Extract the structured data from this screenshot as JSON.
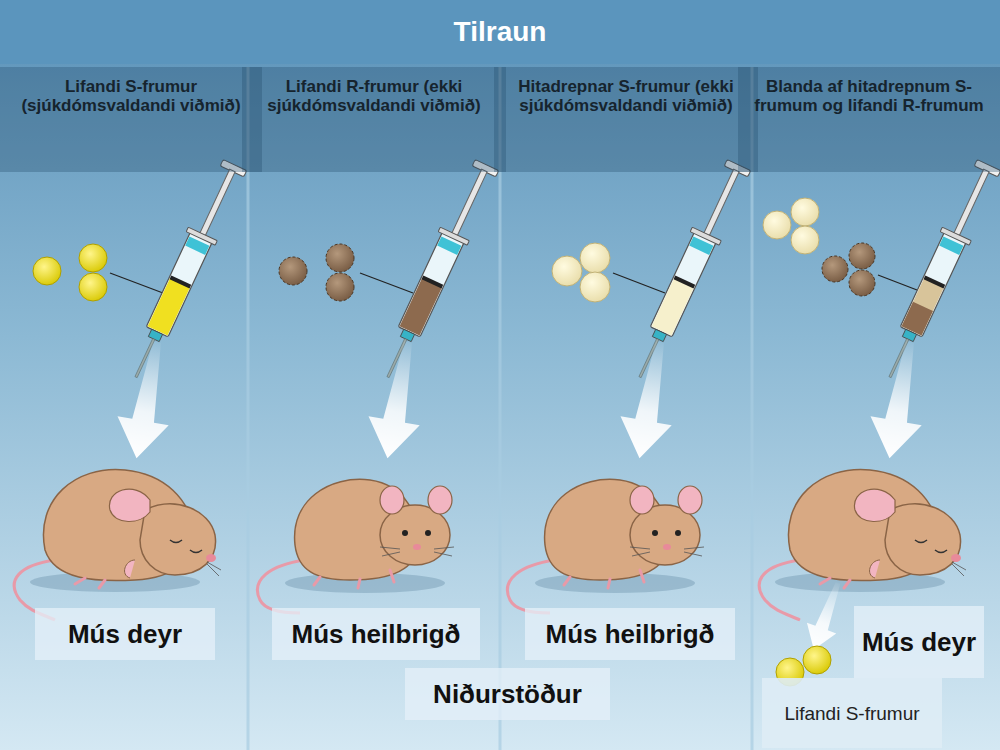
{
  "diagram": {
    "title": "Tilraun",
    "nodes": [
      {
        "text": [
          "Lifandi S-frumur (sjúkdómsvaldandi viðmið)"
        ]
      },
      {
        "text": [
          "Lifandi R-frumur (ekki sjúkdómsvaldandi viðmið)"
        ]
      },
      {
        "text": [
          "Hitadrepnar S-frumur (ekki sjúkdómsvaldandi viðmið)"
        ]
      },
      {
        "text": [
          "Blanda af hitadrepnum S-frumum og lifandi R-frumum"
        ]
      },
      {
        "text": [
          "Mús deyr"
        ]
      },
      {
        "text": [
          "Mús heilbrigð"
        ]
      },
      {
        "text": [
          "Mús heilbrigð"
        ]
      },
      {
        "text": [
          "Mús deyr"
        ]
      },
      {
        "text": [
          "Niðurstöður"
        ]
      },
      {
        "text": [
          "Lifandi S-frumur"
        ]
      }
    ]
  }
}
